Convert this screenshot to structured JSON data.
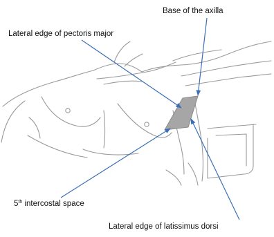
{
  "labels": {
    "base_axilla": "Base of the axilla",
    "pectoralis": "Lateral edge of pectoris major",
    "intercostal_prefix": "5",
    "intercostal_sup": "th",
    "intercostal_rest": " intercostal space",
    "latissimus": "Lateral edge of latissimus dorsi"
  },
  "colors": {
    "arrow": "#3b6fb6",
    "outline": "#9a9a9a",
    "triangle_fill": "#a6a6a6"
  }
}
